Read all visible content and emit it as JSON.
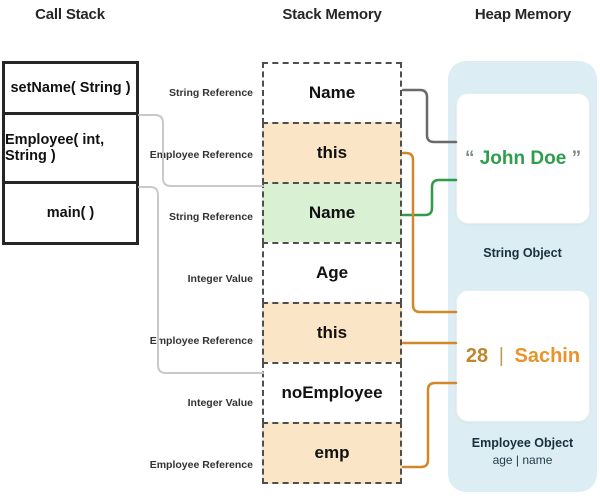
{
  "header": {
    "call_stack": "Call Stack",
    "stack_memory": "Stack Memory",
    "heap_memory": "Heap Memory"
  },
  "call_stack": {
    "frames": [
      {
        "label": "setName( String )"
      },
      {
        "label": "Employee( int, String )"
      },
      {
        "label": "main( )"
      }
    ]
  },
  "stack_memory": {
    "cells": [
      {
        "ref_type": "String Reference",
        "name": "Name",
        "highlight": "none"
      },
      {
        "ref_type": "Employee Reference",
        "name": "this",
        "highlight": "orange"
      },
      {
        "ref_type": "String Reference",
        "name": "Name",
        "highlight": "green"
      },
      {
        "ref_type": "Integer Value",
        "name": "Age",
        "highlight": "none"
      },
      {
        "ref_type": "Employee Reference",
        "name": "this",
        "highlight": "orange"
      },
      {
        "ref_type": "Integer Value",
        "name": "noEmployee",
        "highlight": "none"
      },
      {
        "ref_type": "Employee Reference",
        "name": "emp",
        "highlight": "orange"
      }
    ]
  },
  "heap_memory": {
    "string_object": {
      "open_quote": "“",
      "value": "John Doe",
      "close_quote": "”",
      "caption": "String Object"
    },
    "employee_object": {
      "age_value": "28",
      "separator": "|",
      "name_value": "Sachin",
      "caption": "Employee Object",
      "fields_caption": "age | name"
    }
  },
  "colors": {
    "orange_cell": "#FAE5C6",
    "green_cell": "#D9F0D3",
    "heap_bg": "#DCEDF3",
    "string_text": "#2F9E4C",
    "employee_age_text": "#BF852F",
    "employee_name_text": "#E9932A",
    "gray_connector": "#6A6A6A",
    "green_connector": "#2E9C46",
    "orange_connector": "#D4872A",
    "callstack_connector": "#C9C9C9"
  }
}
